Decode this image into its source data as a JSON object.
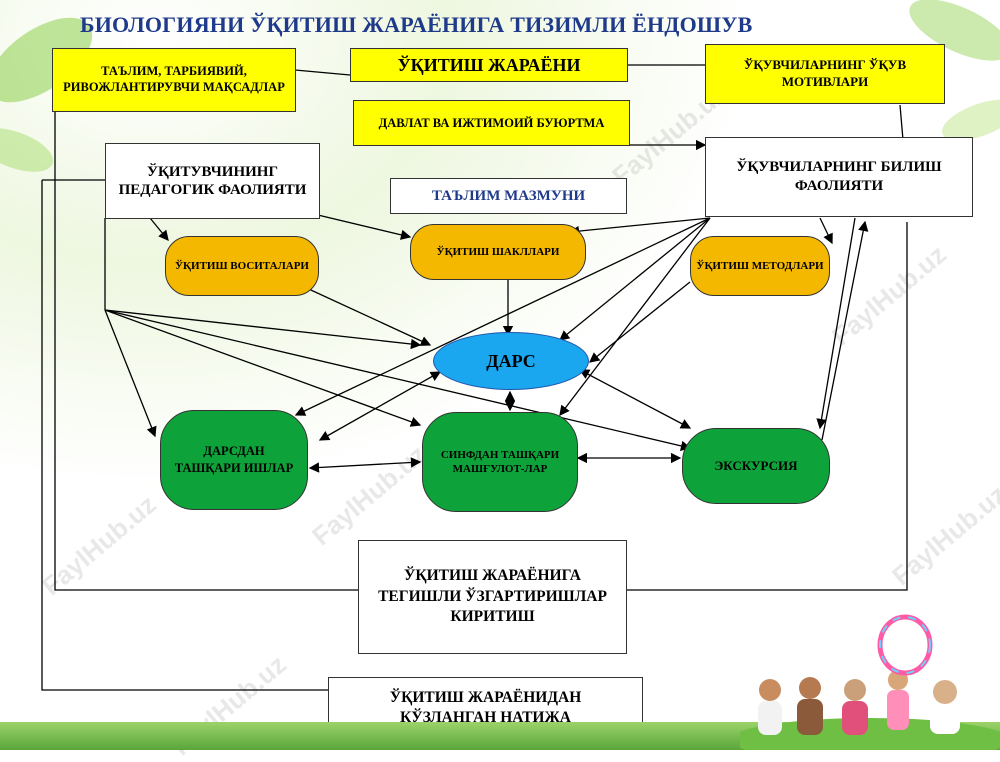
{
  "title": "БИОЛОГИЯНИ ЎҚИТИШ ЖАРАЁНИГА ТИЗИМЛИ ЁНДОШУВ",
  "nodes": {
    "goals": "ТАЪЛИМ, ТАРБИЯВИЙ, РИВОЖЛАНТИРУВЧИ МАҚСАДЛАР",
    "process": "ЎҚИТИШ ЖАРАЁНИ",
    "motives": "ЎҚУВЧИЛАРНИНГ ЎҚУВ МОТИВЛАРИ",
    "order": "ДАВЛАТ ВА ИЖТИМОИЙ БУЮРТМА",
    "teacher": "ЎҚИТУВЧИНИНГ ПЕДАГОГИК ФАОЛИЯТИ",
    "content": "ТАЪЛИМ МАЗМУНИ",
    "students": "ЎҚУВЧИЛАРНИНГ БИЛИШ ФАОЛИЯТИ",
    "means": "ЎҚИТИШ ВОСИТАЛАРИ",
    "forms": "ЎҚИТИШ ШАКЛЛАРИ",
    "methods": "ЎҚИТИШ МЕТОДЛАРИ",
    "lesson": "ДАРС",
    "out_lesson": "ДАРСДАН ТАШҚАРИ ИШЛАР",
    "out_class": "СИНФДАН ТАШҚАРИ МАШҒУЛОТ-ЛАР",
    "excursion": "ЭКСКУРСИЯ",
    "changes": "ЎҚИТИШ ЖАРАЁНИГА ТЕГИШЛИ ЎЗГАРТИРИШЛАР КИРИТИШ",
    "result": "ЎҚИТИШ ЖАРАЁНИДАН КЎЗЛАНГАН НАТИЖА"
  },
  "watermark": "FaylHub.uz",
  "colors": {
    "yellow": "#ffff00",
    "orange": "#f5b800",
    "green": "#0ea33a",
    "blue": "#1ba7f0",
    "title": "#1f3a8a"
  }
}
